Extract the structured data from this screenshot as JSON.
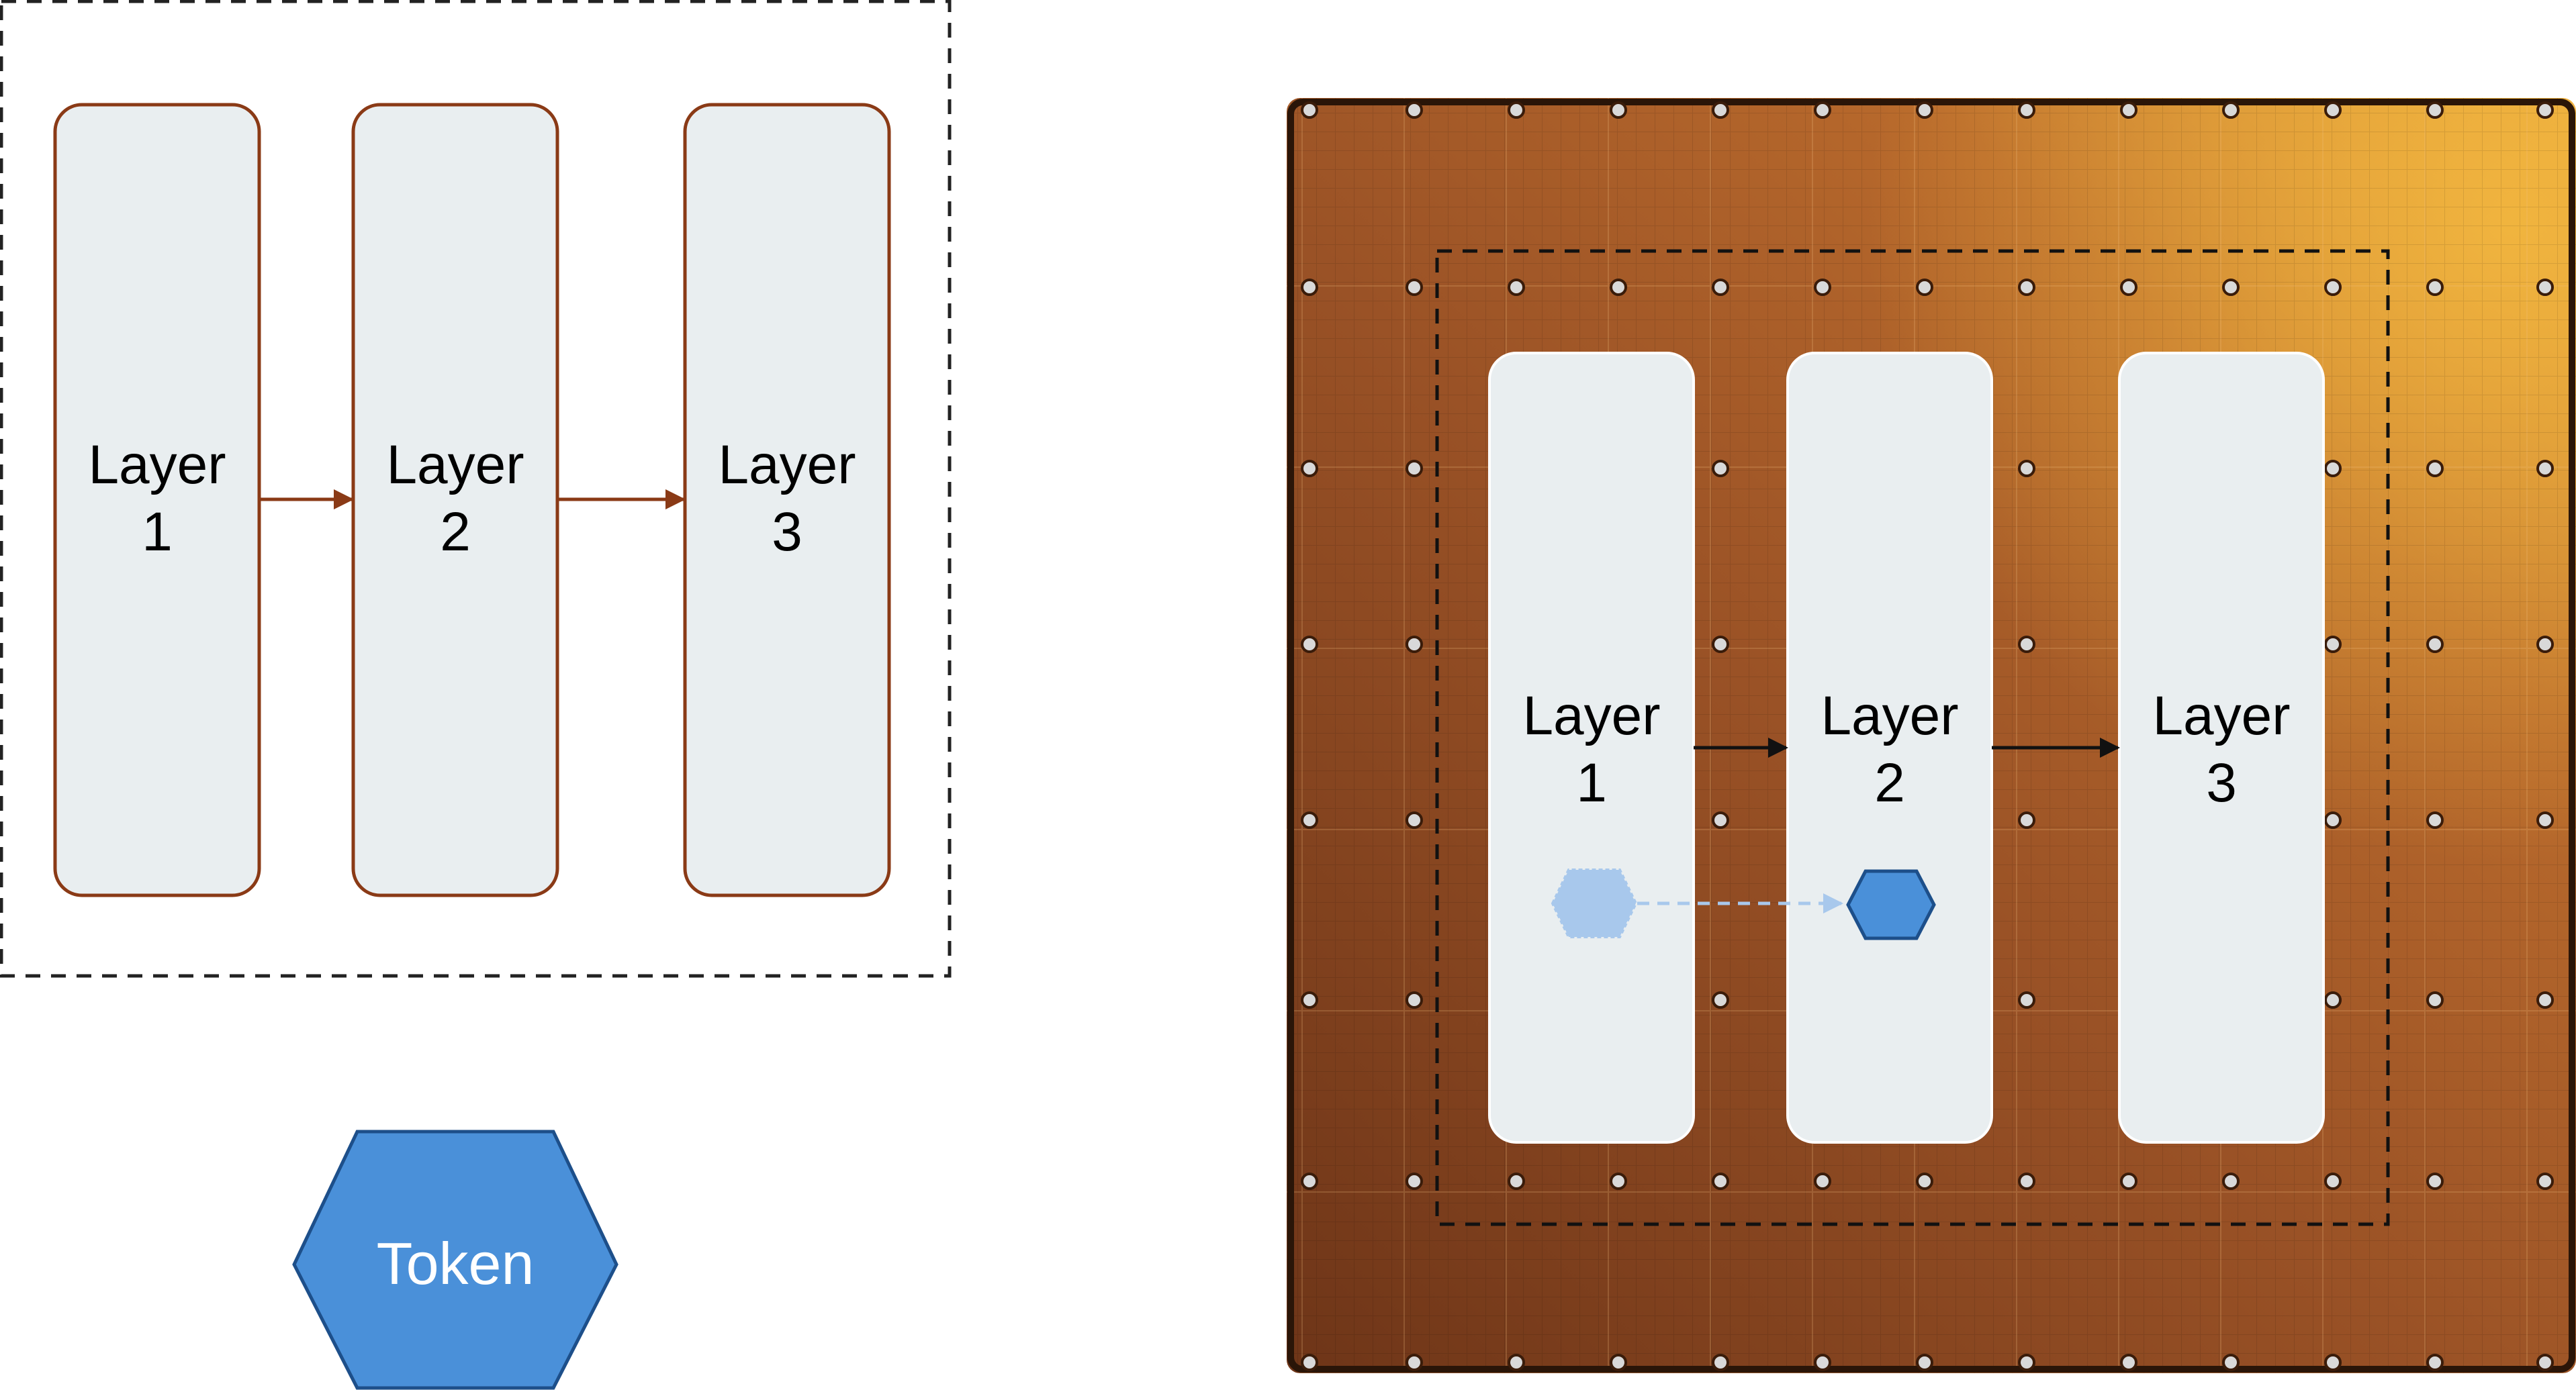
{
  "left_panel": {
    "layers": [
      {
        "line1": "Layer",
        "line2": "1"
      },
      {
        "line1": "Layer",
        "line2": "2"
      },
      {
        "line1": "Layer",
        "line2": "3"
      }
    ]
  },
  "legend": {
    "token_label": "Token"
  },
  "right_panel": {
    "layers": [
      {
        "line1": "Layer",
        "line2": "1"
      },
      {
        "line1": "Layer",
        "line2": "2"
      },
      {
        "line1": "Layer",
        "line2": "3"
      }
    ]
  },
  "colors": {
    "layer_fill": "#e9eef0",
    "layer_border_left": "#8a3a16",
    "layer_border_right": "#ffffff",
    "arrow_left": "#8a3a16",
    "arrow_right": "#111111",
    "token_fill": "#4a90d9",
    "token_stroke": "#1d4f8a",
    "token_ghost": "#a8c8ec",
    "wafer_dark": "#7a3f1e",
    "wafer_mid": "#a8602e",
    "wafer_light": "#e39a3a"
  }
}
